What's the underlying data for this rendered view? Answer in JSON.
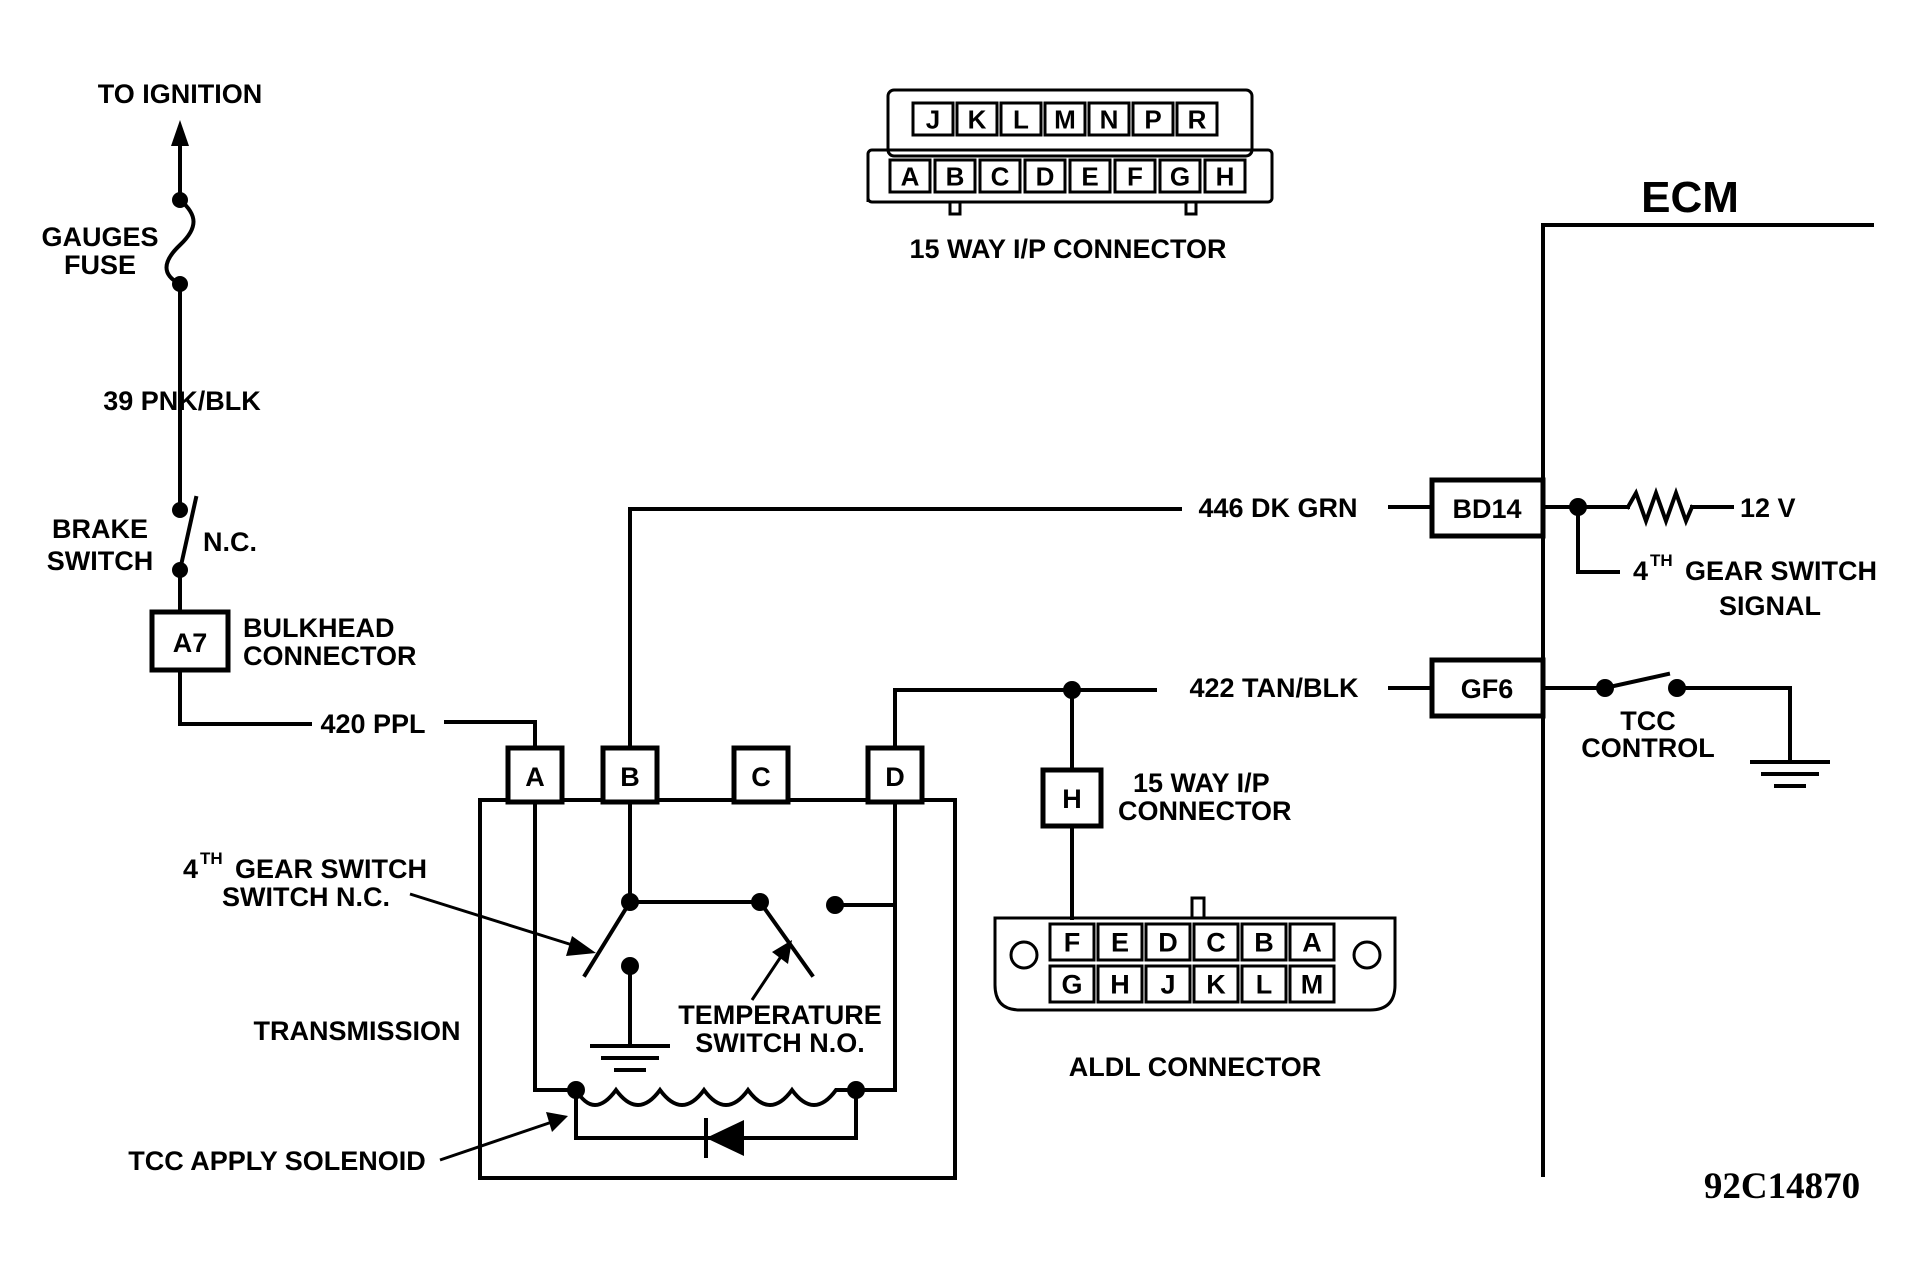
{
  "labels": {
    "to_ignition": "TO IGNITION",
    "gauges": "GAUGES",
    "fuse": "FUSE",
    "wire_39": "39 PNK/BLK",
    "brake": "BRAKE",
    "switch": "SWITCH",
    "nc": "N.C.",
    "bulkhead": "BULKHEAD",
    "connector": "CONNECTOR",
    "wire_420": "420 PPL",
    "wire_446": "446 DK GRN",
    "wire_422": "422 TAN/BLK",
    "ecm": "ECM",
    "twelve_v": "12 V",
    "fourth_sup": "TH",
    "fourth_num": "4",
    "gear_switch": "GEAR  SWITCH",
    "signal": "SIGNAL",
    "tcc": "TCC",
    "control": "CONTROL",
    "ip_15way_top": "15 WAY I/P CONNECTOR",
    "ip_15way_1": "15 WAY I/P",
    "ip_15way_2": "CONNECTOR",
    "aldl": "ALDL CONNECTOR",
    "transmission": "TRANSMISSION",
    "gear_switch_2": "GEAR  SWITCH",
    "switch_nc": "SWITCH  N.C.",
    "temperature": "TEMPERATURE",
    "switch_no": "SWITCH N.O.",
    "tcc_solenoid": "TCC APPLY SOLENOID",
    "figure_id": "92C14870"
  },
  "pins": {
    "a7": "A7",
    "bd14": "BD14",
    "gf6": "GF6",
    "h": "H",
    "trans_a": "A",
    "trans_b": "B",
    "trans_c": "C",
    "trans_d": "D"
  },
  "ip_connector": {
    "top_row": [
      "J",
      "K",
      "L",
      "M",
      "N",
      "P",
      "R"
    ],
    "bottom_row": [
      "A",
      "B",
      "C",
      "D",
      "E",
      "F",
      "G",
      "H"
    ]
  },
  "aldl_connector": {
    "top_row": [
      "F",
      "E",
      "D",
      "C",
      "B",
      "A"
    ],
    "bottom_row": [
      "G",
      "H",
      "J",
      "K",
      "L",
      "M"
    ]
  }
}
